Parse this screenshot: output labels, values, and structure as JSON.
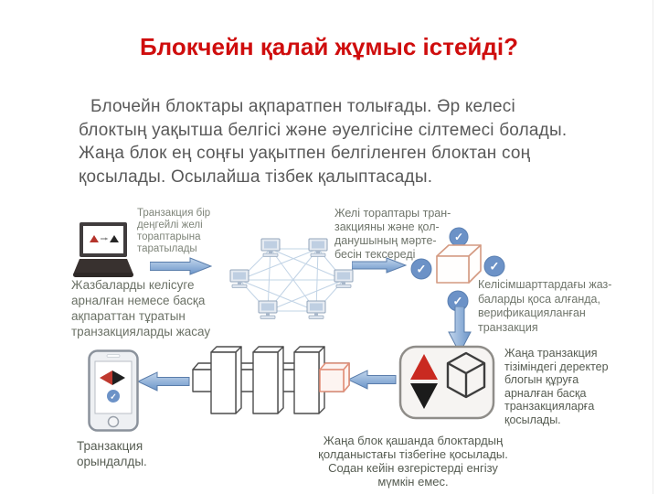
{
  "slide": {
    "title": "Блокчейн қалай жұмыс істейді?",
    "title_color": "#cf0d0d"
  },
  "intro": {
    "lines": [
      "Блочейн блоктары ақпаратпен толығады. Әр келесі",
      "блоктың уақытша белгісі және әуелгісіне сілтемесі болады.",
      "Жаңа блок ең соңғы уақытпен белгіленген блоктан соң",
      "қосылады. Осылайша тізбек қалыптасады."
    ]
  },
  "diagram": {
    "labels": {
      "broadcast": {
        "lines": [
          "Транзакция бір",
          "деңгейлі желі",
          "тораптарына",
          "таратылады"
        ]
      },
      "create": {
        "lines": [
          "Жазбаларды келісуге",
          "арналған немесе басқа",
          "ақпараттан тұратын",
          "транзакцияларды жасау"
        ]
      },
      "verify": {
        "lines": [
          "Желі тораптары тран-",
          "закцияны және қол-",
          "данушының мәрте-",
          "бесін тексереді"
        ]
      },
      "verified": {
        "lines": [
          "Келісімшарттардағы жаз-",
          "баларды қоса алғанда,",
          "верификацияланған",
          "транзакция"
        ]
      },
      "new_block": {
        "lines": [
          "Жаңа транзакция",
          "тізіміндегі деректер",
          "блогын құруға",
          "арналған басқа",
          "транзакцияларға",
          "қосылады."
        ]
      },
      "chain_rule": {
        "lines": [
          "Жаңа блок қашанда блоктардың",
          "қолданыстағы тізбегіне қосылады.",
          "Содан кейін өзгерістерді енгізу",
          "мүмкін емес."
        ]
      },
      "done": {
        "lines": [
          "Транзакция",
          "орындалды."
        ]
      }
    },
    "icons": {
      "check_glyph": "✓",
      "laptop": "laptop-icon",
      "network_node": "computer-icon",
      "cube": "cube-icon",
      "block_badge": "block-badge-icon",
      "smartphone": "smartphone-icon"
    },
    "colors": {
      "arrow_blue": "#7ba0d0",
      "check_blue": "#6c92c7",
      "cube_orange": "#d49a82",
      "new_block_orange": "#e2907a",
      "label_light": "#757b70",
      "label_dark": "#53594f",
      "body_text": "#595959"
    }
  }
}
